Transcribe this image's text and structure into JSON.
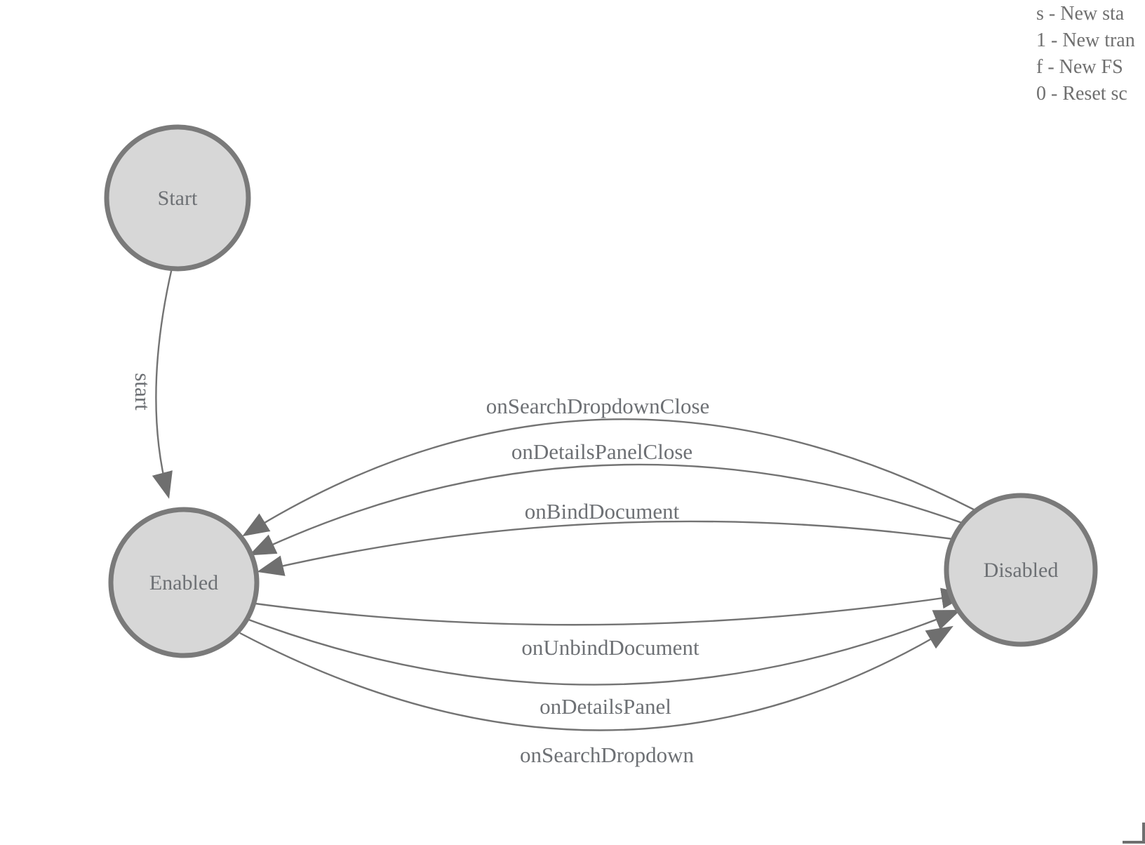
{
  "diagram": {
    "type": "finite-state-machine",
    "states": {
      "start": {
        "label": "Start"
      },
      "enabled": {
        "label": "Enabled"
      },
      "disabled": {
        "label": "Disabled"
      }
    },
    "transitions": {
      "start": {
        "label": "start",
        "from": "Start",
        "to": "Enabled"
      },
      "onSearchDropdownClose": {
        "label": "onSearchDropdownClose",
        "from": "Disabled",
        "to": "Enabled"
      },
      "onDetailsPanelClose": {
        "label": "onDetailsPanelClose",
        "from": "Disabled",
        "to": "Enabled"
      },
      "onBindDocument": {
        "label": "onBindDocument",
        "from": "Disabled",
        "to": "Enabled"
      },
      "onUnbindDocument": {
        "label": "onUnbindDocument",
        "from": "Enabled",
        "to": "Disabled"
      },
      "onDetailsPanel": {
        "label": "onDetailsPanel",
        "from": "Enabled",
        "to": "Disabled"
      },
      "onSearchDropdown": {
        "label": "onSearchDropdown",
        "from": "Enabled",
        "to": "Disabled"
      }
    }
  },
  "legend": {
    "line1": "s - New sta",
    "line2": "1 - New tran",
    "line3": "f - New FS",
    "line4": "0 - Reset sc"
  },
  "colors": {
    "background": "#ffffff",
    "node_fill": "#d7d7d7",
    "node_stroke": "#7a7a7a",
    "edge_stroke": "#737373",
    "arrow_fill": "#6f6f6f",
    "text": "#6d7074"
  }
}
